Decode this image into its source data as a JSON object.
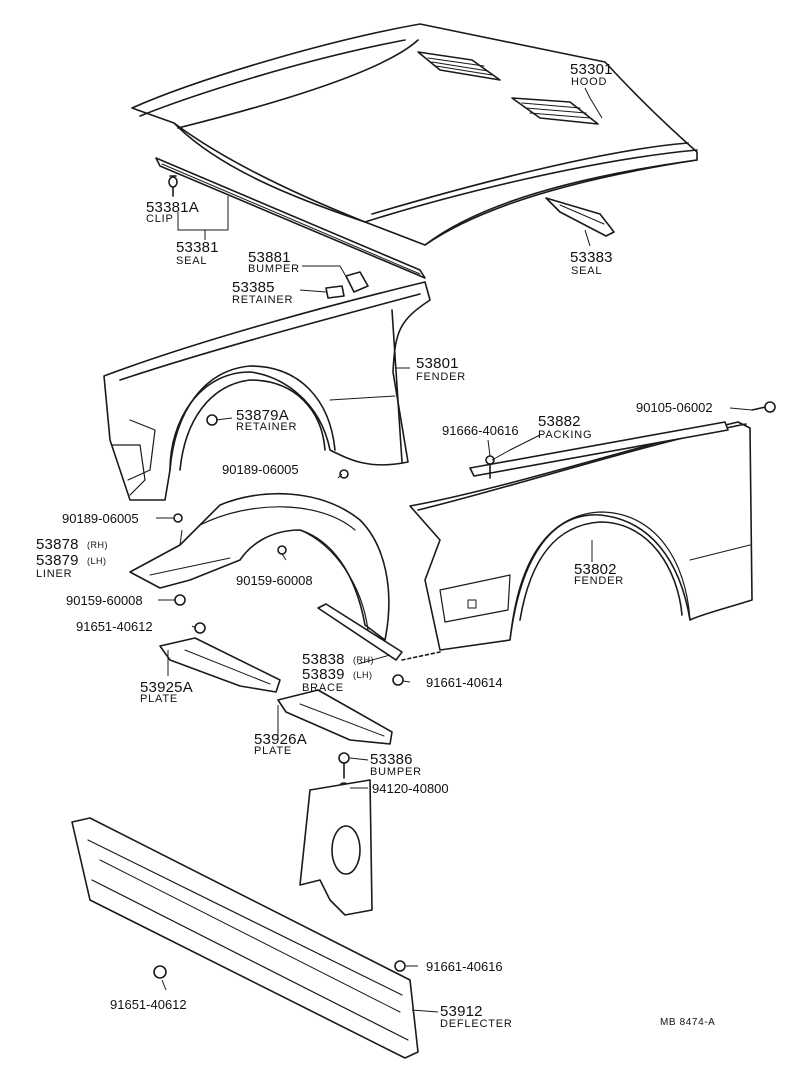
{
  "parts": {
    "hood": {
      "number": "53301",
      "name": "HOOD"
    },
    "clip": {
      "number": "53381A",
      "name": "CLIP"
    },
    "seal_front": {
      "number": "53381",
      "name": "SEAL"
    },
    "seal_side": {
      "number": "53383",
      "name": "SEAL"
    },
    "bumper_hood": {
      "number": "53881",
      "name": "BUMPER"
    },
    "retainer": {
      "number": "53385",
      "name": "RETAINER"
    },
    "fender_lh": {
      "number": "53801",
      "name": "FENDER"
    },
    "retainer_a": {
      "number": "53879A",
      "name": "RETAINER"
    },
    "packing": {
      "number": "53882",
      "name": "PACKING"
    },
    "bolt_90105": {
      "number": "90105-06002"
    },
    "bolt_91666": {
      "number": "91666-40616"
    },
    "screw_90189_upper": {
      "number": "90189-06005"
    },
    "screw_90189_lower": {
      "number": "90189-06005"
    },
    "liner": {
      "number_rh": "53878",
      "suffix_rh": "(RH)",
      "number_lh": "53879",
      "suffix_lh": "(LH)",
      "name": "LINER"
    },
    "screw_90159_mid": {
      "number": "90159-60008"
    },
    "screw_90159_left": {
      "number": "90159-60008"
    },
    "fender_rh": {
      "number": "53802",
      "name": "FENDER"
    },
    "bolt_91651_upper": {
      "number": "91651-40612"
    },
    "brace": {
      "number_rh": "53838",
      "suffix_rh": "(RH)",
      "number_lh": "53839",
      "suffix_lh": "(LH)",
      "name": "BRACE"
    },
    "bolt_91661_mid": {
      "number": "91661-40614"
    },
    "plate_a": {
      "number": "53925A",
      "name": "PLATE"
    },
    "plate_b": {
      "number": "53926A",
      "name": "PLATE"
    },
    "bumper_lower": {
      "number": "53386",
      "name": "BUMPER"
    },
    "nut_94120": {
      "number": "94120-40800"
    },
    "bolt_91661_lower": {
      "number": "91661-40616"
    },
    "bolt_91651_lower": {
      "number": "91651-40612"
    },
    "deflector": {
      "number": "53912",
      "name": "DEFLECTER"
    }
  },
  "reference_code": "MB 8474-A"
}
